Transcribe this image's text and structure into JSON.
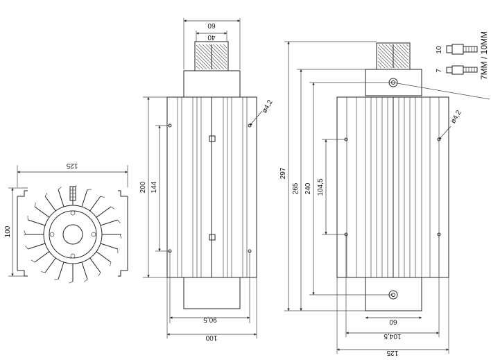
{
  "dimensions": {
    "side_width": "125",
    "side_height": "100",
    "front_top_60": "60",
    "front_top_40": "40",
    "front_hole": "ø4,2",
    "front_200": "200",
    "front_144": "144",
    "front_90_5": "90,5",
    "front_100": "100",
    "right_297": "297",
    "right_265": "265",
    "right_240": "240",
    "right_104_5_v": "104,5",
    "right_hole": "ø4,2",
    "right_60": "60",
    "right_104_5_h": "104,5",
    "right_125": "125"
  },
  "fittings": {
    "size_10": "10",
    "size_7": "7",
    "note": "7MM / 10MM"
  }
}
